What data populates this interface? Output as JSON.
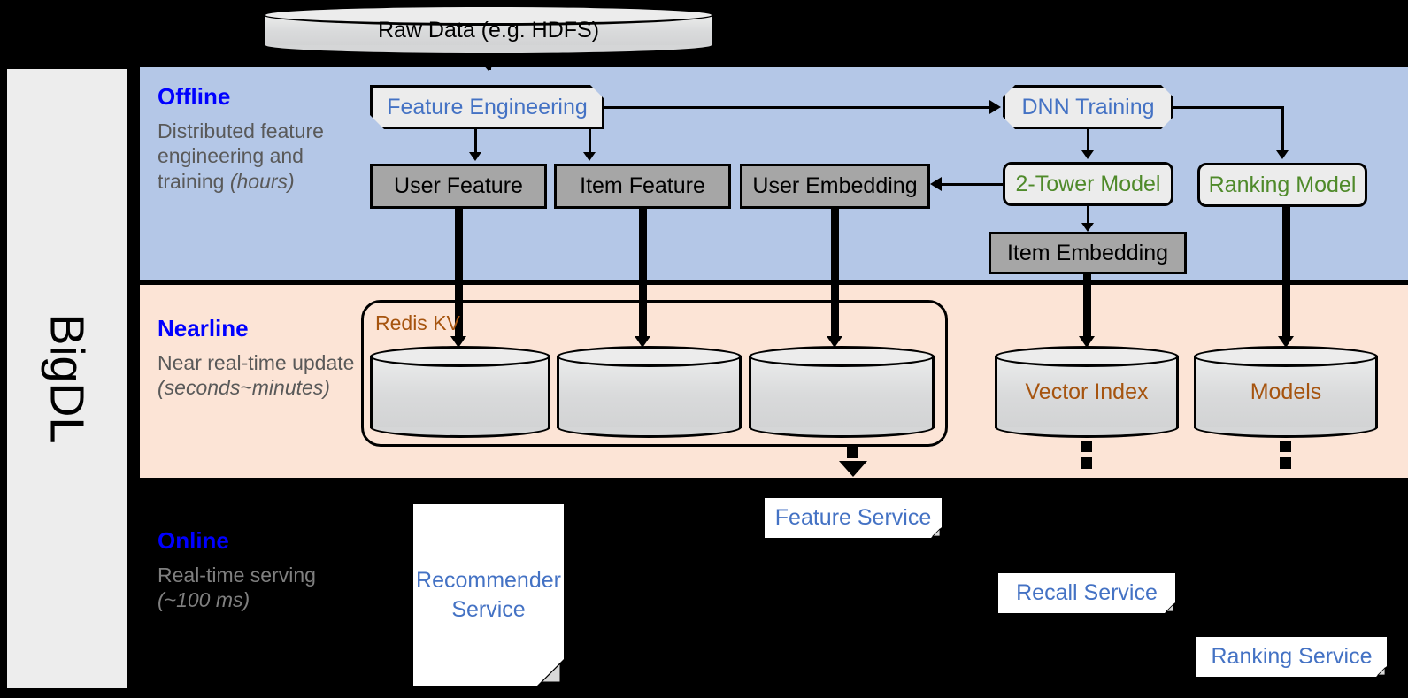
{
  "framework": {
    "name": "BigDL"
  },
  "sections": [
    {
      "id": "offline",
      "title": "Offline",
      "subtitle_line1": "Distributed feature engineering and ",
      "subtitle_em": "training (hours)",
      "subtitle": "Distributed feature engineering and training (hours)",
      "bg": "#b4c7e7"
    },
    {
      "id": "nearline",
      "title": "Nearline",
      "subtitle": "Near real-time update (seconds~minutes)",
      "bg": "#fce4d6"
    },
    {
      "id": "online",
      "title": "Online",
      "subtitle": "Real-time serving (~100 ms)",
      "bg": "#000000"
    }
  ],
  "labels": {
    "offline_title": "Offline",
    "offline_sub_plain": "Distributed feature engineering and training ",
    "offline_sub_em": "(hours)",
    "nearline_title": "Nearline",
    "nearline_sub_plain": "Near real-time update ",
    "nearline_sub_em": "(seconds~minutes)",
    "online_title": "Online",
    "online_sub_plain": "Real-time serving ",
    "online_sub_em": "(~100 ms)"
  },
  "nodes": {
    "raw_data": "Raw Data (e.g. HDFS)",
    "feature_engineering": "Feature Engineering",
    "dnn_training": "DNN Training",
    "user_feature": "User Feature",
    "item_feature": "Item Feature",
    "user_embedding": "User Embedding",
    "two_tower_model": "2-Tower Model",
    "ranking_model": "Ranking Model",
    "item_embedding": "Item Embedding",
    "redis_kv": "Redis KV",
    "vector_index": "Vector Index",
    "models": "Models",
    "feature_service": "Feature Service",
    "recommender_service": "Recommender Service",
    "recall_service": "Recall Service",
    "ranking_service": "Ranking Service"
  },
  "colors": {
    "offline_band": "#b4c7e7",
    "nearline_band": "#fce4d6",
    "online_band": "#000000",
    "section_title": "#0000ff",
    "section_subtitle": "#595959",
    "data_box": "#a6a6a6",
    "process_box": "#ececec",
    "process_text_blue": "#4472c4",
    "model_text_green": "#4f8a2a",
    "store_text_brown": "#a6540f",
    "service_text": "#4472c4",
    "sidebar": "#ededed"
  }
}
